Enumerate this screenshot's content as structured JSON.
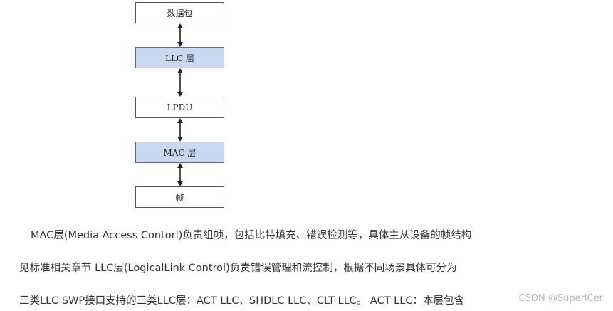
{
  "diagram": {
    "boxes": [
      {
        "label": "数据包",
        "style": "plain"
      },
      {
        "label": "LLC 层",
        "style": "layer"
      },
      {
        "label": "LPDU",
        "style": "plain"
      },
      {
        "label": "MAC 层",
        "style": "layer"
      },
      {
        "label": "帧",
        "style": "plain"
      }
    ],
    "connector": "bidirectional-arrow",
    "colors": {
      "layer_fill": "#c9d9f0",
      "plain_fill": "#ffffff",
      "border": "#555555"
    }
  },
  "text": {
    "line1": "MAC层(Media Access Contorl)负责组帧，包括比特填充、错误检测等，具体主从设备的帧结构",
    "line2": "见标准相关章节  LLC层(LogicalLink Control)负责错误管理和流控制，根据不同场景具体可分为",
    "line3": "三类LLC  SWP接口支持的三类LLC层：ACT LLC、SHDLC LLC、CLT LLC。 ACT LLC：本层包含"
  },
  "watermark": "CSDN @SuperlCer"
}
